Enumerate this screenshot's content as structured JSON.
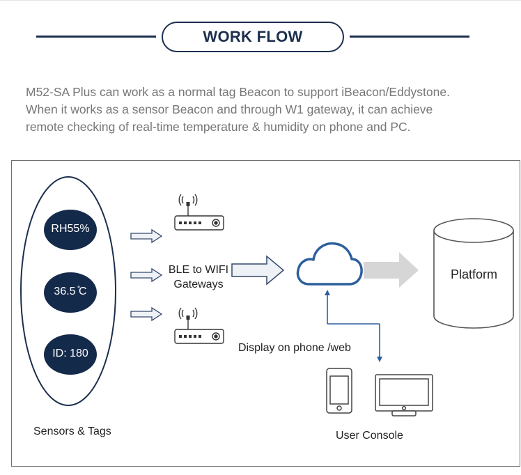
{
  "header": {
    "title": "WORK FLOW"
  },
  "description": [
    "M52-SA Plus can work as a normal tag Beacon to support iBeacon/Eddystone.",
    "When it works as a sensor Beacon and through W1 gateway, it can achieve",
    "remote checking of real-time temperature & humidity on phone and PC."
  ],
  "diagram": {
    "sensors": {
      "badges": [
        "RH55%",
        "36.5 ̊C",
        "ID: 180"
      ],
      "label": "Sensors & Tags"
    },
    "gateways": {
      "label_line1": "BLE to WIFI",
      "label_line2": "Gateways"
    },
    "platform": {
      "label": "Platform"
    },
    "display": {
      "label": "Display on phone /web"
    },
    "console": {
      "label": "User Console"
    }
  },
  "colors": {
    "navy": "#1c2f4d",
    "badge": "#142a4a",
    "cloud": "#2c5f9e",
    "arrow_gray": "#d6d6d6",
    "outline": "#555555"
  }
}
